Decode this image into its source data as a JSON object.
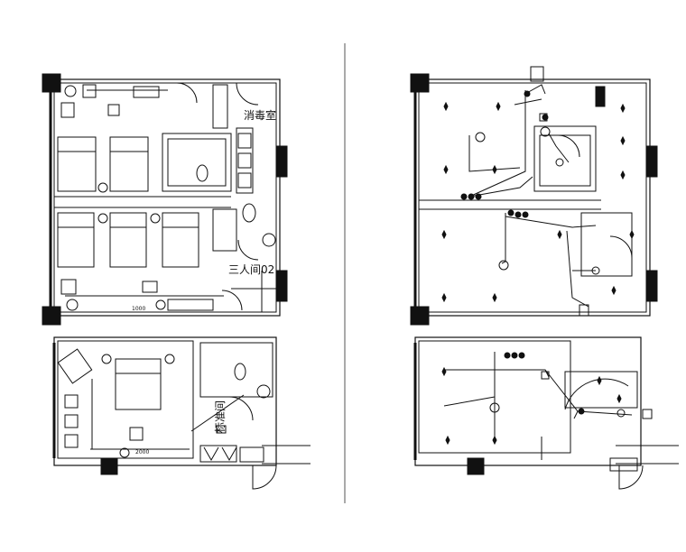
{
  "labels": {
    "disinfection_room": "消毒室",
    "triple_room": "三人间02",
    "standard_room": "标准间",
    "dim_top": "1000",
    "dim_bottom": "2000"
  },
  "colors": {
    "line": "#111111",
    "wall_fill": "#111111",
    "background": "#ffffff",
    "divider": "#555555"
  }
}
